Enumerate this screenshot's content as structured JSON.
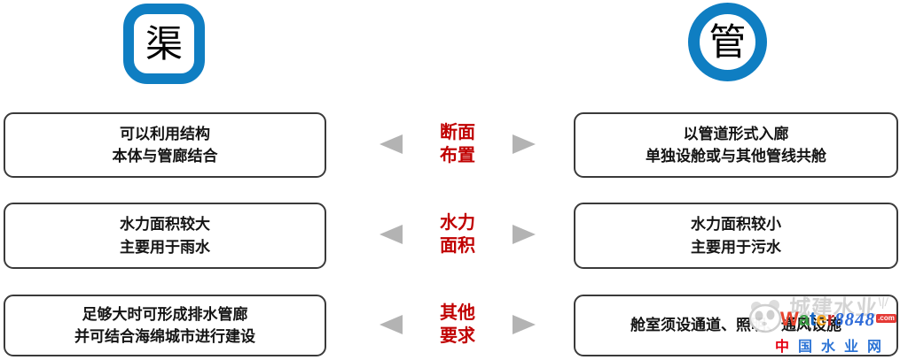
{
  "badges": {
    "left": {
      "label": "渠",
      "shape": "rounded-square"
    },
    "right": {
      "label": "管",
      "shape": "circle"
    }
  },
  "rows": [
    {
      "left": "可以利用结构\n本体与管廊结合",
      "label": "断面\n布置",
      "right": "以管道形式入廊\n单独设舱或与其他管线共舱"
    },
    {
      "left": "水力面积较大\n主要用于雨水",
      "label": "水力\n面积",
      "right": "水力面积较小\n主要用于污水"
    },
    {
      "left": "足够大时可形成排水管廊\n并可结合海绵城市进行建设",
      "label": "其他\n要求",
      "right": "舱室须设通道、照明、通风设施"
    }
  ],
  "watermark": {
    "site_name_cn": "城建水业",
    "rays": "\\|/",
    "brand_letters": [
      {
        "ch": "W",
        "color": "#e8432d"
      },
      {
        "ch": "a",
        "color": "#3da047"
      },
      {
        "ch": "t",
        "color": "#1565c0"
      },
      {
        "ch": "e",
        "color": "#f5a623"
      },
      {
        "ch": "r",
        "color": "#c62828"
      }
    ],
    "brand_number": "8848",
    "domain_suffix": ".com",
    "tagline_first": "中",
    "tagline_rest": "国水业网"
  },
  "colors": {
    "accent_blue": "#0f7ec2",
    "label_red": "#c00000",
    "arrow_gray": "#b3b3b3",
    "box_border": "#3a3a3a",
    "brand_number_blue": "#2f6bd8",
    "domain_badge_red": "#e53935",
    "tagline_blue": "#2e75d6",
    "tagline_red": "#e60012",
    "watermark_gray": "#cdcdcd"
  }
}
